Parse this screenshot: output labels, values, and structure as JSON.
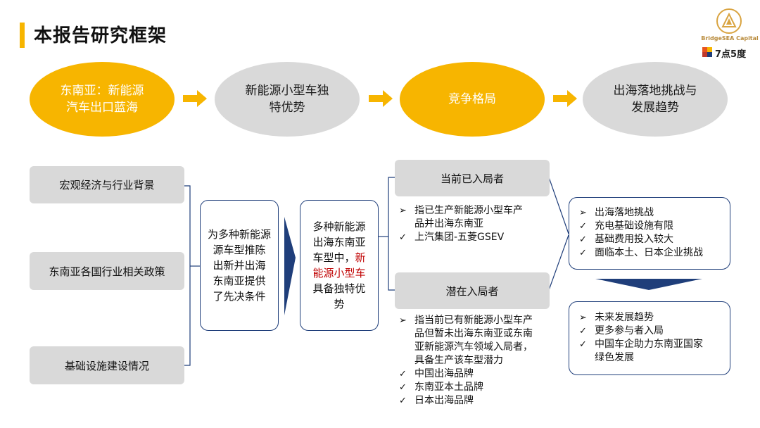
{
  "header": {
    "title": "本报告研究框架",
    "logo_name": "BridgeSEA Capital",
    "logo_sub": "7点5度"
  },
  "colors": {
    "accent": "#F7B500",
    "grey": "#D9D9D9",
    "navy": "#1F3E7A",
    "highlight_red": "#C00000"
  },
  "ovals": [
    {
      "text": "东南亚：新能源\n汽车出口蓝海",
      "style": "gold"
    },
    {
      "text": "新能源小型车独\n特优势",
      "style": "grey"
    },
    {
      "text": "竞争格局",
      "style": "gold"
    },
    {
      "text": "出海落地挑战与\n发展趋势",
      "style": "grey"
    }
  ],
  "left_boxes": [
    "宏观经济与行业背景",
    "东南亚各国行业相关政策",
    "基础设施建设情况"
  ],
  "condition_box": "为多种新能源\n源车型推陈\n出新并出海\n东南亚提供\n了先决条件",
  "advantage_box": {
    "line1": "多种新能源\n出海东南亚\n车型中，",
    "highlight": "新\n能源小型车",
    "line3": "\n具备独特优\n势"
  },
  "current_players": {
    "title": "当前已入局者",
    "items": [
      {
        "marker": "arrow",
        "text": "指已生产新能源小型车产\n品并出海东南亚"
      },
      {
        "marker": "check",
        "text": "上汽集团-五菱GSEV"
      }
    ]
  },
  "potential_players": {
    "title": "潜在入局者",
    "items": [
      {
        "marker": "arrow",
        "text": "指当前已有新能源小型车产\n品但暂未出海东南亚或东南\n亚新能源汽车领域入局者，\n具备生产该车型潜力"
      },
      {
        "marker": "check",
        "text": "中国出海品牌"
      },
      {
        "marker": "check",
        "text": "东南亚本土品牌"
      },
      {
        "marker": "check",
        "text": "日本出海品牌"
      }
    ]
  },
  "challenges": {
    "items": [
      {
        "marker": "arrow",
        "text": "出海落地挑战"
      },
      {
        "marker": "check",
        "text": "充电基础设施有限"
      },
      {
        "marker": "check",
        "text": "基础费用投入较大"
      },
      {
        "marker": "check",
        "text": "面临本土、日本企业挑战"
      }
    ]
  },
  "trends": {
    "items": [
      {
        "marker": "arrow",
        "text": "未来发展趋势"
      },
      {
        "marker": "check",
        "text": "更多参与者入局"
      },
      {
        "marker": "check",
        "text": "中国车企助力东南亚国家\n绿色发展"
      }
    ]
  }
}
